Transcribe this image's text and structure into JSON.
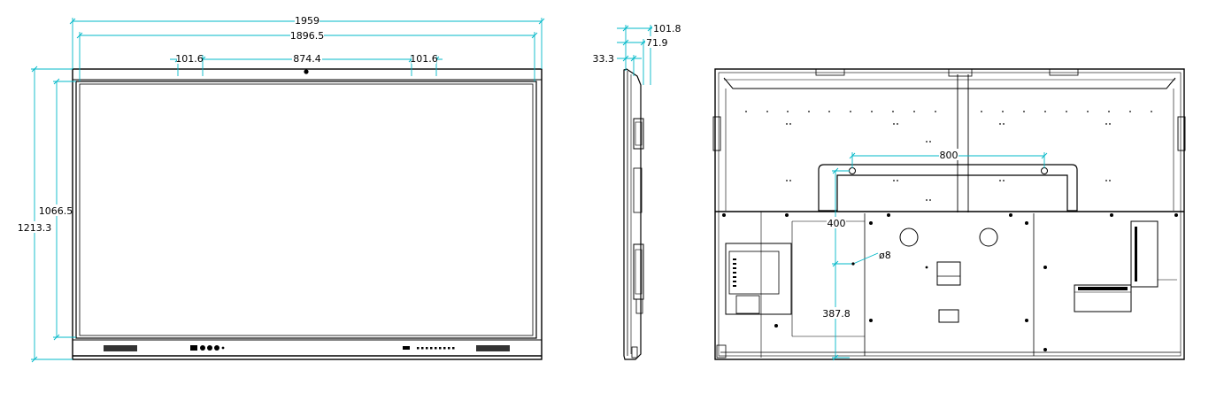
{
  "colors": {
    "dimension": "#00b8c8",
    "outline": "#000000",
    "background": "#ffffff"
  },
  "front": {
    "overall_width": "1959",
    "screen_width": "1896.5",
    "left_offset": "101.6",
    "center_span": "874.4",
    "right_offset": "101.6",
    "screen_height": "1066.5",
    "overall_height": "1213.3"
  },
  "side": {
    "depth_total": "101.8",
    "depth_mid": "71.9",
    "depth_panel": "33.3"
  },
  "back": {
    "vesa_width": "800",
    "vesa_height": "400",
    "hole_diameter": "ø8",
    "bottom_offset": "387.8"
  }
}
